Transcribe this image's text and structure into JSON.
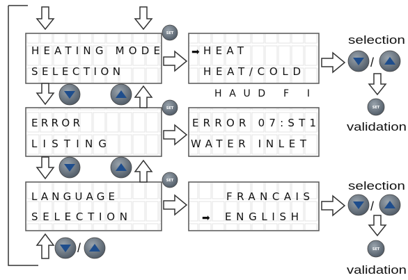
{
  "menus": [
    {
      "line1": "HEATING MODE",
      "line2": "SELECTION",
      "display_line1": "HEAT",
      "display_line2": "HEAT/COLD",
      "display_line1_pointer": "arrow",
      "display_line2_pointer": ""
    },
    {
      "line1": "ERROR",
      "line2": "LISTING",
      "display_line1": "ERROR 07:ST1",
      "display_line2": "WATER INLET",
      "display_line1_pointer": "",
      "display_line2_pointer": ""
    },
    {
      "line1": "LANGUAGE",
      "line2": "SELECTION",
      "display_line1": "FRANCAIS",
      "display_line2": "ENGLISH",
      "display_line1_pointer": "",
      "display_line2_pointer": "arrow"
    }
  ],
  "note_below_heat_display": "HAUD F I",
  "set_button_label": "SET",
  "selection_label": "selection",
  "validation_label": "validation",
  "button_separator": "/",
  "icons": {
    "pointer": "right-arrow-icon",
    "set": "set-button-icon",
    "down": "down-button-icon",
    "up": "up-button-icon",
    "flow_arrow": "hollow-arrow-icon"
  },
  "colors": {
    "lcd_background": "#ffffff",
    "lcd_border": "#555555",
    "button_fill": "#6a7681",
    "button_glyph": "#1e4d8c",
    "outline": "#333333"
  }
}
